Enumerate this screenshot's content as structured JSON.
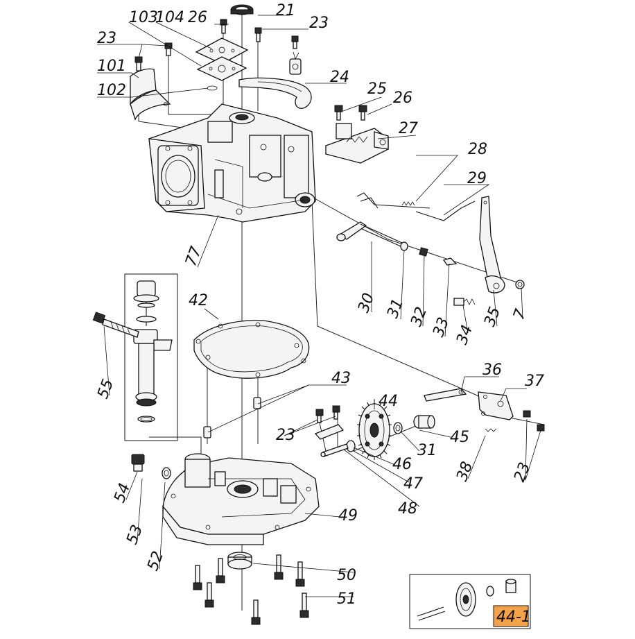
{
  "part_labels": [
    "21",
    "26",
    "104",
    "103",
    "23",
    "23",
    "101",
    "102",
    "24",
    "25",
    "26",
    "27",
    "28",
    "29",
    "77",
    "30",
    "31",
    "32",
    "33",
    "34",
    "35",
    "7",
    "42",
    "55",
    "43",
    "36",
    "37",
    "44",
    "23",
    "45",
    "31",
    "46",
    "47",
    "48",
    "38",
    "23",
    "54",
    "53",
    "52",
    "49",
    "50",
    "51"
  ],
  "inset": {
    "label": "44-1",
    "highlight_color": "#f4a24a"
  },
  "colors": {
    "line": "#111111",
    "highlight": "#f4a24a",
    "background": "#ffffff"
  }
}
